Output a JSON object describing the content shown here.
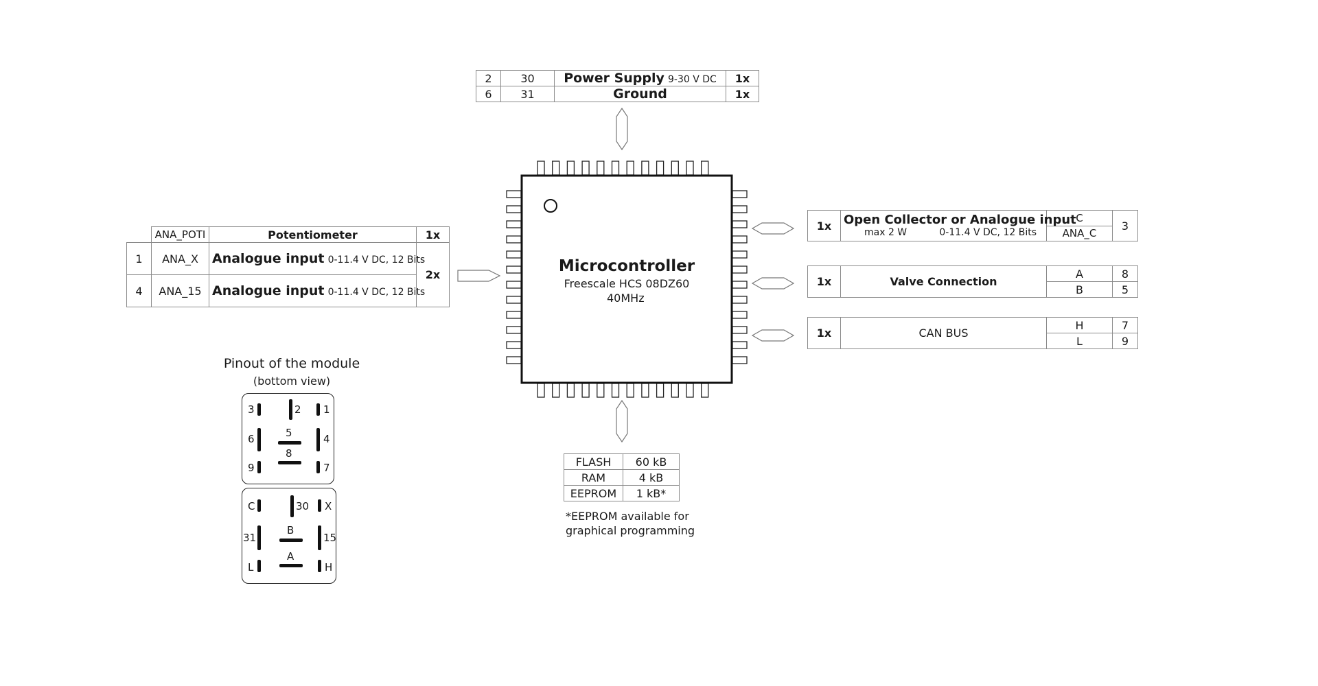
{
  "microcontroller": {
    "title": "Microcontroller",
    "model": "Freescale HCS 08DZ60",
    "clock": "40MHz"
  },
  "power": {
    "rows": [
      {
        "pin": "2",
        "code": "30",
        "name": "Power Supply",
        "spec": "9-30 V DC",
        "count": "1x"
      },
      {
        "pin": "6",
        "code": "31",
        "name": "Ground",
        "spec": "",
        "count": "1x"
      }
    ]
  },
  "potentiometer": {
    "header_code": "ANA_POTI",
    "header_name": "Potentiometer",
    "header_count": "1x",
    "group_count": "2x",
    "rows": [
      {
        "pin": "1",
        "code": "ANA_X",
        "name": "Analogue input",
        "spec": "0-11.4 V DC, 12 Bits"
      },
      {
        "pin": "4",
        "code": "ANA_15",
        "name": "Analogue input",
        "spec": "0-11.4 V DC, 12 Bits"
      }
    ]
  },
  "open_collector": {
    "count": "1x",
    "name": "Open Collector or Analogue input",
    "spec_left": "max 2 W",
    "spec_right": "0-11.4 V DC, 12 Bits",
    "signal_top": "C",
    "signal_bottom": "ANA_C",
    "pin": "3"
  },
  "valve": {
    "count": "1x",
    "name": "Valve Connection",
    "signals": [
      {
        "signal": "A",
        "pin": "8"
      },
      {
        "signal": "B",
        "pin": "5"
      }
    ]
  },
  "can_bus": {
    "count": "1x",
    "name": "CAN BUS",
    "signals": [
      {
        "signal": "H",
        "pin": "7"
      },
      {
        "signal": "L",
        "pin": "9"
      }
    ]
  },
  "memory": {
    "rows": [
      {
        "type": "FLASH",
        "size": "60 kB"
      },
      {
        "type": "RAM",
        "size": "4 kB"
      },
      {
        "type": "EEPROM",
        "size": "1 kB*"
      }
    ],
    "note_line1": "*EEPROM available for",
    "note_line2": "graphical programming"
  },
  "pinout": {
    "title": "Pinout of the module",
    "subtitle": "(bottom view)",
    "top_labels": [
      "3",
      "2",
      "1",
      "6",
      "5",
      "4",
      "9",
      "8",
      "7"
    ],
    "bottom_labels": [
      "C",
      "30",
      "X",
      "31",
      "B",
      "15",
      "L",
      "A",
      "H"
    ]
  }
}
